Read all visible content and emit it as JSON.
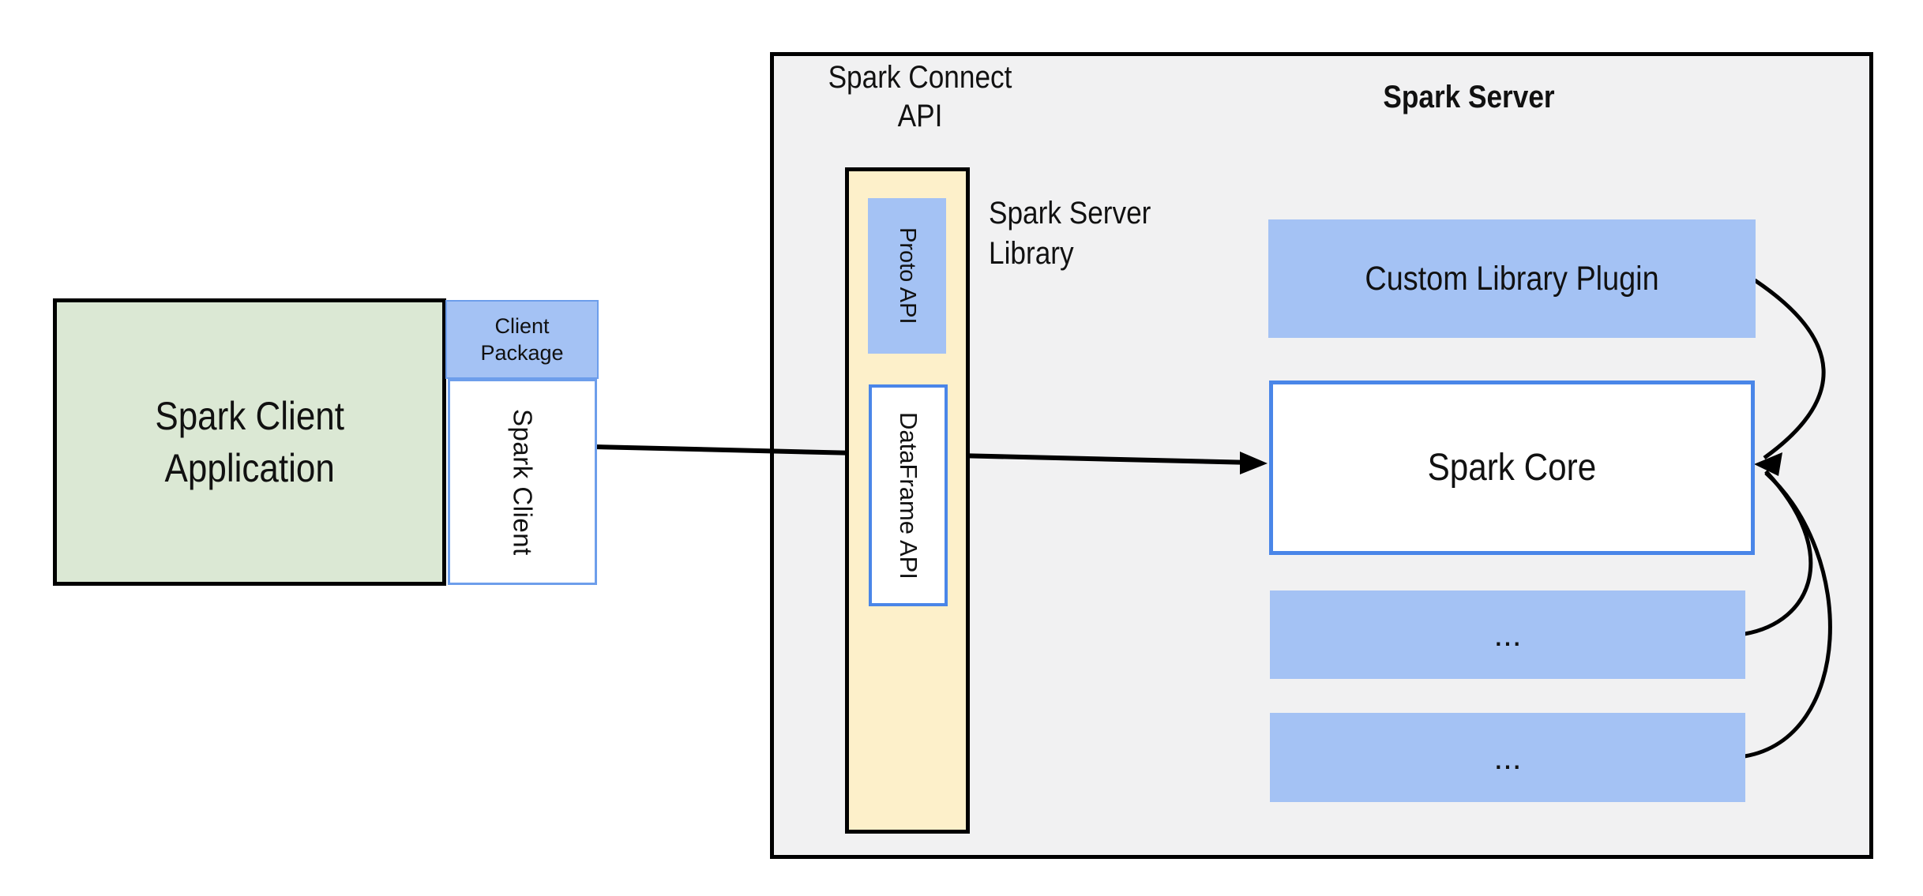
{
  "connect_api": {
    "line1": "Spark Connect",
    "line2": "API"
  },
  "spark_server": {
    "title": "Spark Server",
    "plugin": "Custom Library Plugin",
    "core": "Spark Core",
    "more1": "...",
    "more2": "..."
  },
  "server_library": {
    "line1": "Spark Server",
    "line2": "Library",
    "proto_api": "Proto API",
    "dataframe_api": "DataFrame API"
  },
  "client": {
    "app_line1": "Spark Client",
    "app_line2": "Application",
    "pkg_line1": "Client",
    "pkg_line2": "Package",
    "spark_client": "Spark Client"
  },
  "colors": {
    "blue_fill": "#a4c2f4",
    "blue_border": "#4a86e8",
    "client_border": "#6d9eeb",
    "green_fill": "#dbe8d4",
    "yellow_fill": "#fdf0ca",
    "gray_fill": "#f1f1f2",
    "outline": "#000000",
    "text": "#111111",
    "page_background": "#ffffff"
  }
}
